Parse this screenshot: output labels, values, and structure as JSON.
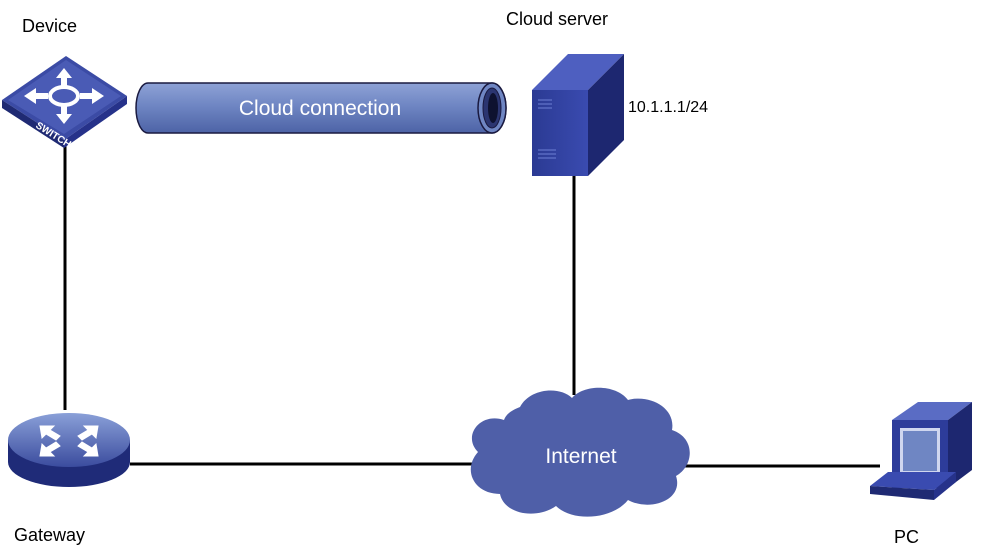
{
  "labels": {
    "device": "Device",
    "cloud_server": "Cloud server",
    "server_ip": "10.1.1.1/24",
    "cloud_connection": "Cloud connection",
    "gateway": "Gateway",
    "internet": "Internet",
    "pc": "PC",
    "switch_text": "SWITCH"
  },
  "colors": {
    "device_blue": "#2f3f9a",
    "tunnel_fill": "#6f86c3",
    "cloud_fill": "#4f5fa8",
    "link": "#000000"
  }
}
